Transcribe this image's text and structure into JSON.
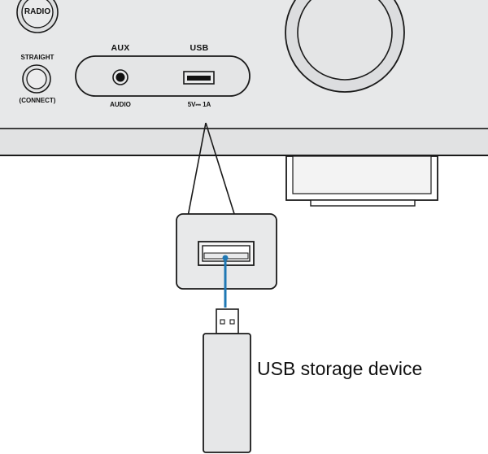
{
  "receiver": {
    "radio_label": "RADIO",
    "straight_label": "STRAIGHT",
    "connect_label": "(CONNECT)",
    "aux_label": "AUX",
    "audio_label": "AUDIO",
    "usb_label": "USB",
    "usb_rating_label": "5V⎓ 1A"
  },
  "callout": {
    "device_caption": "USB storage device"
  },
  "colors": {
    "panel": "#e7e8e9",
    "outline": "#1a1a1a",
    "connector_line": "#1f78b4"
  }
}
